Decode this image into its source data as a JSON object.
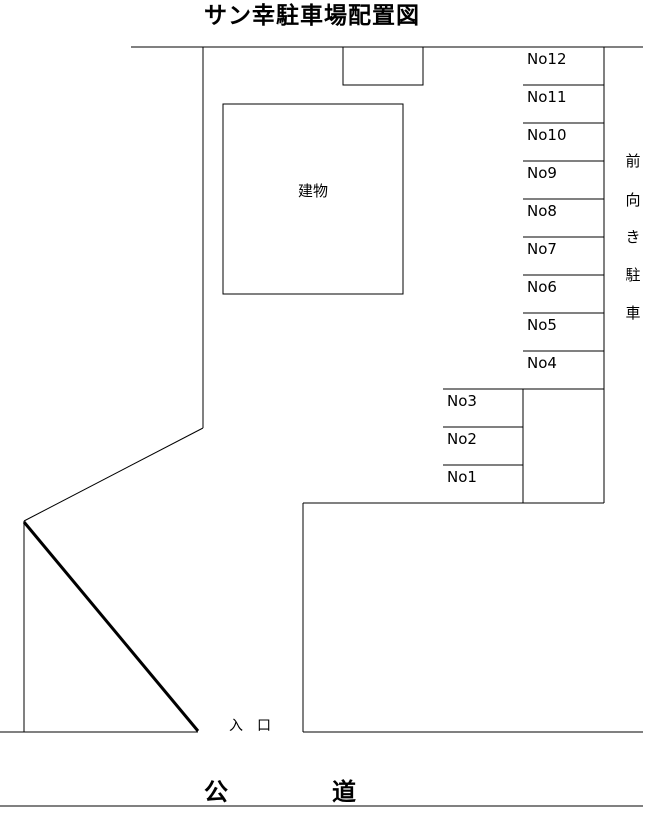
{
  "title": "サン幸駐車場配置図",
  "building_label": "建物",
  "entrance_label": "入　口",
  "road_label": [
    "公",
    "道"
  ],
  "front_parking_label": [
    "前",
    "向",
    "き",
    "駐",
    "車"
  ],
  "slots_right_column": [
    "No12",
    "No11",
    "No10",
    "No9",
    "No8",
    "No7",
    "No6",
    "No5",
    "No4"
  ],
  "slots_lower_column": [
    "No3",
    "No2",
    "No1"
  ]
}
